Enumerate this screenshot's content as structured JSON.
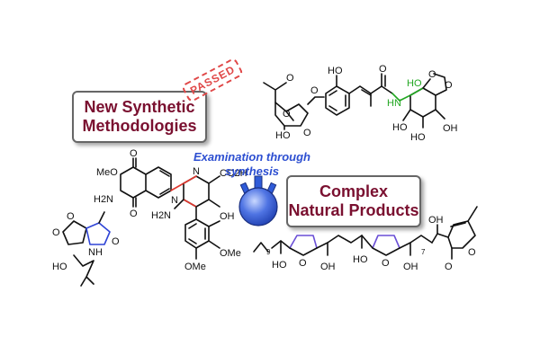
{
  "methods_box": {
    "label": "New Synthetic\nMethodologies"
  },
  "natural_box": {
    "label": "Complex\nNatural Products"
  },
  "stamp": {
    "label": "PASSED"
  },
  "center": {
    "label": "Examination through\nsynthesis"
  },
  "colors": {
    "box_text": "#7a1030",
    "stamp": "#e04848",
    "center_text": "#2d4fd1",
    "flask": "#2f5bd8",
    "highlight_green": "#22a722",
    "highlight_blue": "#2f44d6",
    "highlight_purple": "#6a4fd6",
    "highlight_red": "#e0382f"
  },
  "atoms": {
    "ho": "HO",
    "oh": "OH",
    "o": "O",
    "n": "N",
    "nh": "NH",
    "hn": "HN",
    "h2n": "H2N",
    "meo": "MeO",
    "ome": "OMe",
    "co2h": "CO2H",
    "sub9": "9",
    "sub7": "7"
  },
  "icons": [
    "round-bottom-flask-icon"
  ]
}
